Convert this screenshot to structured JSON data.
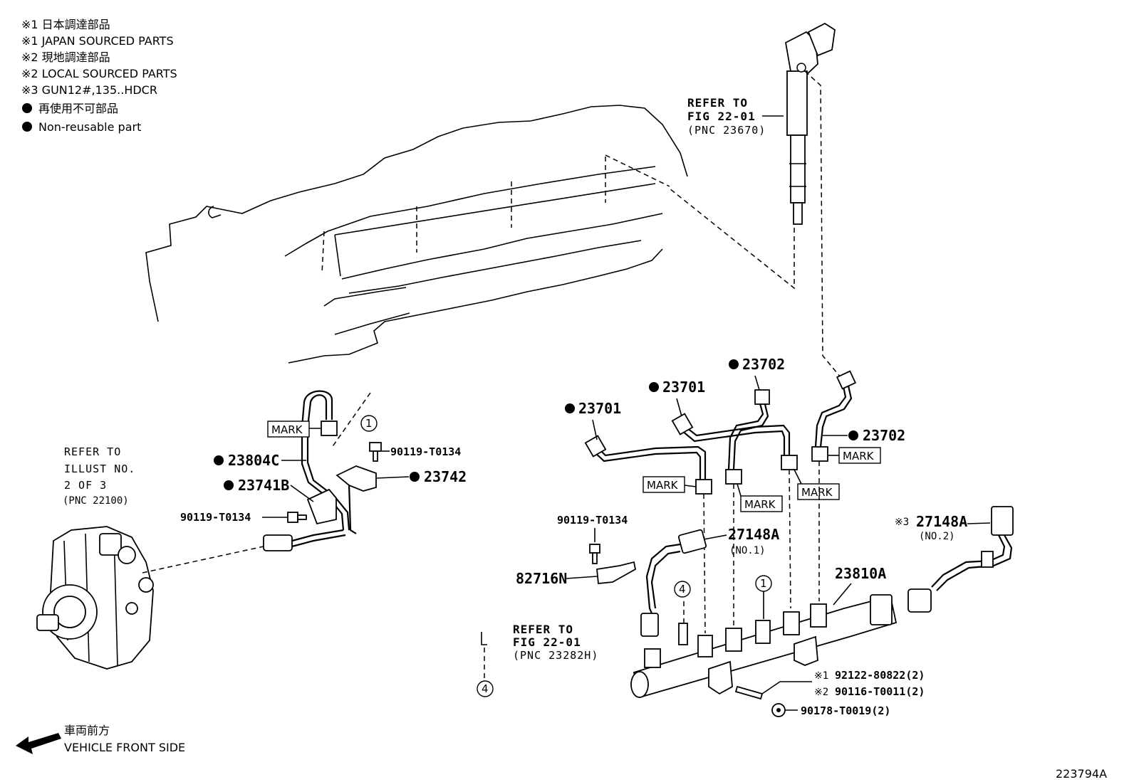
{
  "legend": {
    "line1": "※1 日本調達部品",
    "line2": "※1 JAPAN SOURCED PARTS",
    "line3": "※2 現地調達部品",
    "line4": "※2 LOCAL SOURCED PARTS",
    "line5": "※3 GUN12#,135..HDCR",
    "line6": "再使用不可部品",
    "line7": "Non-reusable part"
  },
  "refs": {
    "injector": [
      "REFER TO",
      "FIG 22-01",
      "(PNC 23670)"
    ],
    "pump": [
      "REFER TO",
      "ILLUST NO.",
      "2 OF 3",
      "(PNC 22100)"
    ],
    "plug": [
      "REFER TO",
      "FIG 22-01",
      "(PNC 23282H)"
    ]
  },
  "parts": {
    "p23804C": "23804C",
    "p23741B": "23741B",
    "p23742": "23742",
    "bolt_a": "90119-T0134",
    "bolt_b": "90119-T0134",
    "bolt_c": "90119-T0134",
    "p23701_a": "23701",
    "p23701_b": "23701",
    "p23702_a": "23702",
    "p23702_b": "23702",
    "p27148A_1": "27148A",
    "p27148A_1_sub": "(NO.1)",
    "p27148A_2": "27148A",
    "p27148A_2_prefix": "※3",
    "p27148A_2_sub": "(NO.2)",
    "p82716N": "82716N",
    "p23810A": "23810A",
    "p92122_prefix": "※1",
    "p92122": "92122-80822(2)",
    "p90116_prefix": "※2",
    "p90116": "90116-T0011(2)",
    "p90178": "90178-T0019(2)"
  },
  "marks": [
    "MARK",
    "MARK",
    "MARK",
    "MARK",
    "MARK"
  ],
  "circle_refs": [
    "1",
    "4",
    "1",
    "4"
  ],
  "footer": {
    "front_jp": "車両前方",
    "front_en": "VEHICLE FRONT SIDE",
    "figure_id": "223794A"
  }
}
